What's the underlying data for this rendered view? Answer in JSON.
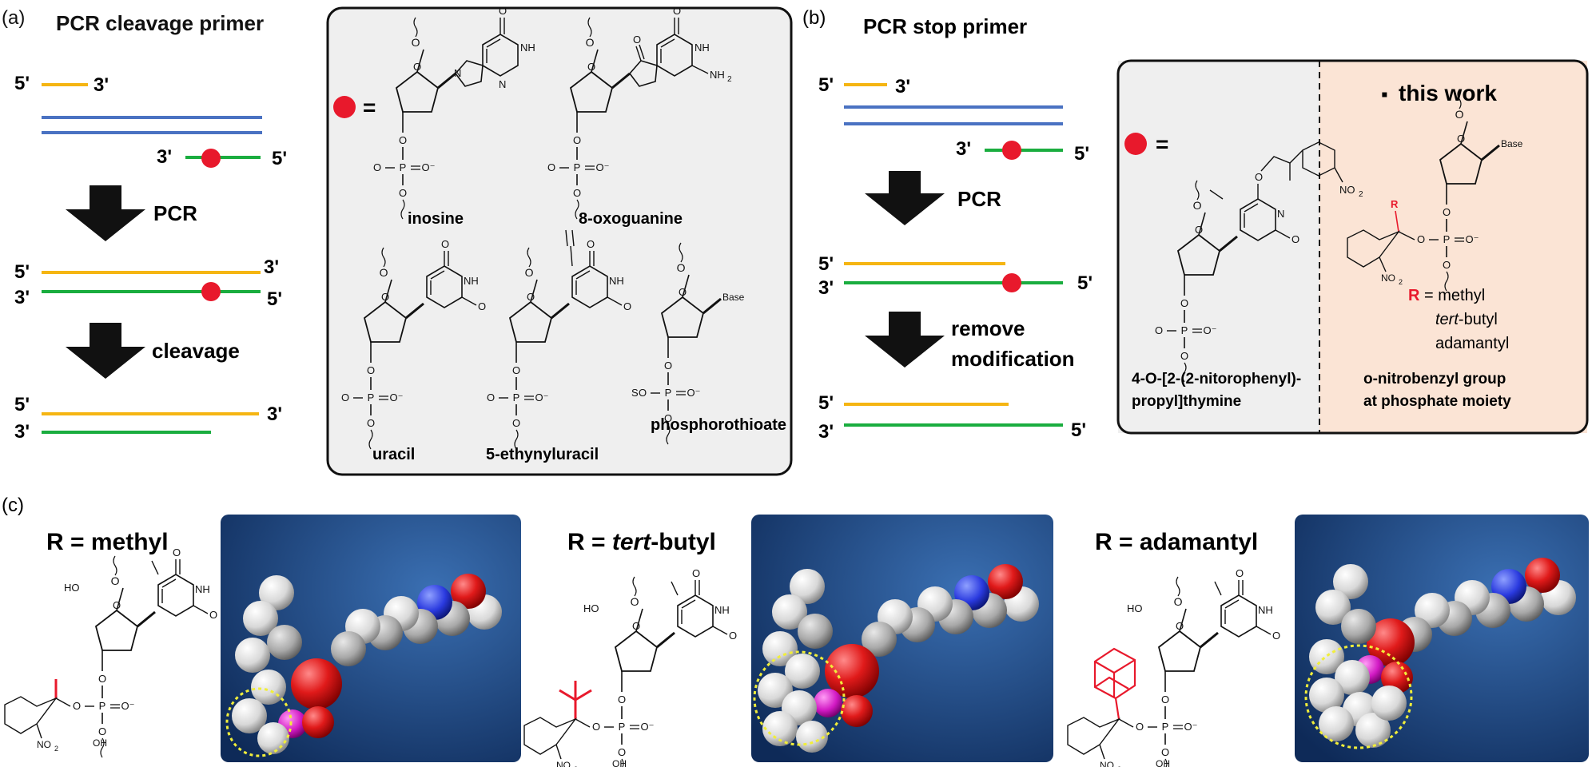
{
  "panel_a": {
    "tag": "(a)",
    "title": "PCR cleavage primer",
    "end5": "5'",
    "end3": "3'",
    "arrow1_label": "PCR",
    "arrow2_label": "cleavage",
    "equals": "=",
    "box_labels": {
      "inosine": "inosine",
      "oxoguanine": "8-oxoguanine",
      "uracil": "uracil",
      "ethynyluracil": "5-ethynyluracil",
      "phosphorothioate": "phosphorothioate"
    }
  },
  "panel_b": {
    "tag": "(b)",
    "title": "PCR stop primer",
    "arrow1_label": "PCR",
    "arrow2_label_line1": "remove",
    "arrow2_label_line2": "modification",
    "gray_box_caption_line1": "4-O-[2-(2-nitorophenyl)-",
    "gray_box_caption_line2": "propyl]thymine",
    "this_work_bullet": "▪",
    "this_work_title": "this work",
    "r_label": "R",
    "r_equals_methyl": "= methyl",
    "r_tert": "tert",
    "r_butyl": "-butyl",
    "r_adamantyl": "adamantyl",
    "orange_caption_line1": "o-nitrobenzyl group",
    "orange_caption_line2": "at phosphate moiety"
  },
  "panel_c": {
    "tag": "(c)",
    "labels": [
      "R = methyl",
      "R = tert-butyl",
      "R = adamantyl"
    ],
    "tert_label_prefix": "R = ",
    "tert_label_italic": "tert",
    "tert_label_suffix": "-butyl"
  },
  "chem_text": {
    "nh": "NH",
    "nh2": "NH",
    "sub2": "2",
    "o": "O",
    "n": "N",
    "p": "P",
    "s": "S",
    "ho": "HO",
    "oh": "OH",
    "no2": "NO",
    "base": "Base",
    "ominus": "O⁻"
  },
  "colors": {
    "yellow_strand": "#f5b512",
    "blue_strand": "#4a72c2",
    "green_strand": "#1aad3f",
    "red_mark": "#e8192c",
    "gray_box": "#efefef",
    "orange_box": "#fbe4d5",
    "navy_panel": "#163a72",
    "dashed_circle": "#f1ee3a"
  }
}
